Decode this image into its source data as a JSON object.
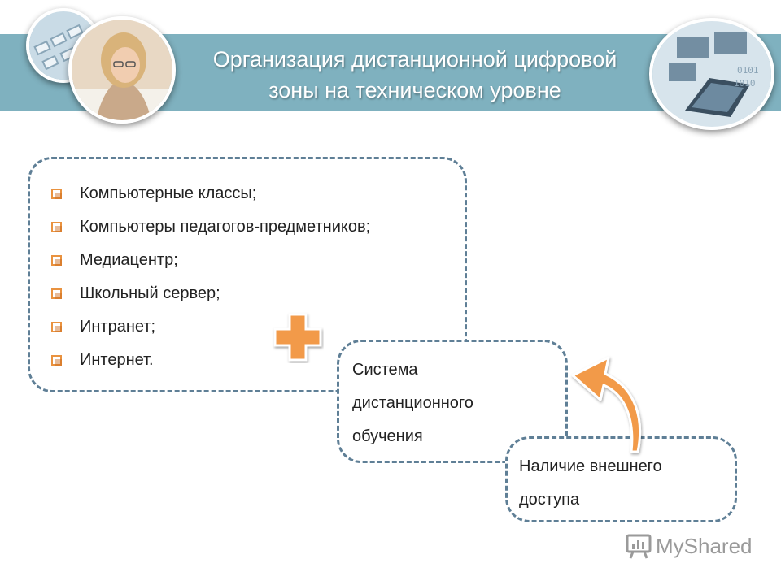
{
  "header": {
    "title_line1": "Организация дистанционной цифровой",
    "title_line2": "зоны на техническом уровне"
  },
  "items_box": {
    "items": [
      "Компьютерные классы;",
      "Компьютеры педагогов-предметников;",
      "Медиацентр;",
      "Школьный сервер;",
      "Интранет;",
      "Интернет."
    ]
  },
  "system_box": {
    "lines": [
      "Система",
      "дистанционного",
      "обучения"
    ]
  },
  "access_box": {
    "lines": [
      "Наличие внешнего",
      "доступа"
    ]
  },
  "watermark": {
    "text": "MyShared"
  },
  "icons": {
    "bullet": "checkbox-bullet-icon",
    "plus": "plus-icon",
    "arrow": "curved-arrow-icon",
    "logo": "presentation-board-icon"
  },
  "colors": {
    "banner": "#7fb1bf",
    "accent_orange": "#f29a4a",
    "dashed_border": "#5f7f96"
  }
}
